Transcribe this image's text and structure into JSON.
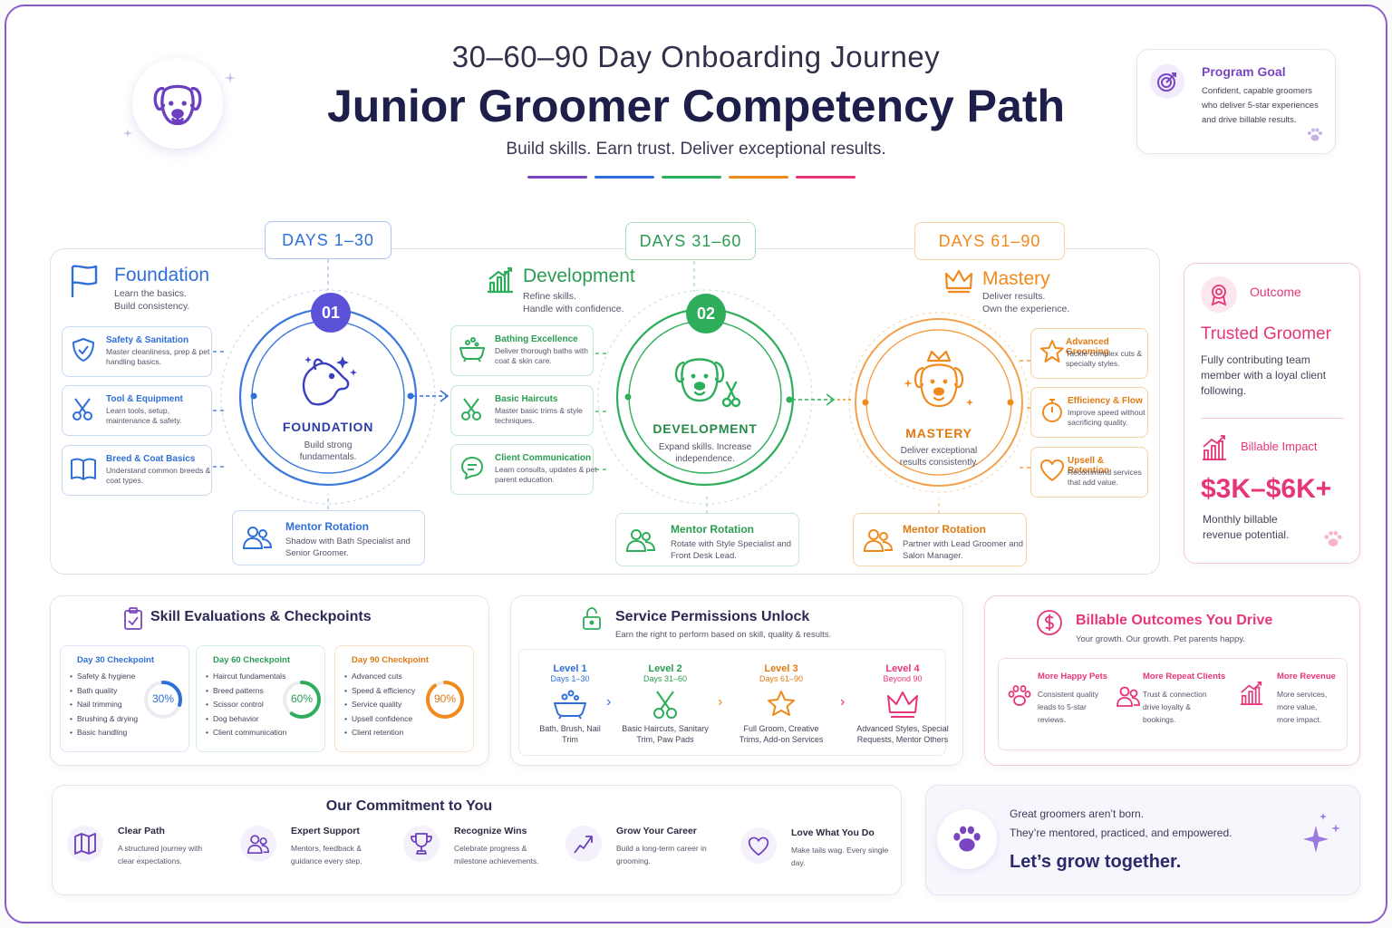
{
  "header": {
    "subtitle": "30–60–90 Day Onboarding Journey",
    "title": "Junior Groomer Competency Path",
    "tagline": "Build skills. Earn trust. Deliver exceptional results."
  },
  "colors": {
    "purple": "#7a45c2",
    "blue": "#2f6fd8",
    "green": "#2eae5a",
    "orange": "#f08a1c",
    "pink": "#e7357a"
  },
  "program_goal": {
    "title": "Program Goal",
    "desc": "Confident, capable groomers who deliver 5-star experiences and drive billable results."
  },
  "phases": [
    {
      "days": "DAYS 1–30",
      "number": "01",
      "title": "Foundation",
      "desc1": "Learn the basics.",
      "desc2": "Build consistency.",
      "circle_label": "FOUNDATION",
      "circle_desc": "Build strong fundamentals.",
      "skills": [
        {
          "title": "Safety & Sanitation",
          "desc": "Master cleanliness, prep & pet handling basics.",
          "icon": "shield-check-icon"
        },
        {
          "title": "Tool & Equipment",
          "desc": "Learn tools, setup, maintenance & safety.",
          "icon": "scissors-icon"
        },
        {
          "title": "Breed & Coat Basics",
          "desc": "Understand common breeds & coat types.",
          "icon": "book-icon"
        }
      ],
      "mentor": {
        "title": "Mentor Rotation",
        "desc": "Shadow with Bath Specialist and Senior Groomer."
      }
    },
    {
      "days": "DAYS 31–60",
      "number": "02",
      "title": "Development",
      "desc1": "Refine skills.",
      "desc2": "Handle with confidence.",
      "circle_label": "DEVELOPMENT",
      "circle_desc": "Expand skills. Increase independence.",
      "skills": [
        {
          "title": "Bathing Excellence",
          "desc": "Deliver thorough baths with coat & skin care.",
          "icon": "bathtub-icon"
        },
        {
          "title": "Basic Haircuts",
          "desc": "Master basic trims & style techniques.",
          "icon": "scissors-icon"
        },
        {
          "title": "Client Communication",
          "desc": "Learn consults, updates & pet parent education.",
          "icon": "chat-icon"
        }
      ],
      "mentor": {
        "title": "Mentor Rotation",
        "desc": "Rotate with Style Specialist and Front Desk Lead."
      }
    },
    {
      "days": "DAYS 61–90",
      "title": "Mastery",
      "desc1": "Deliver results.",
      "desc2": "Own the experience.",
      "circle_label": "MASTERY",
      "circle_desc": "Deliver exceptional results consistently.",
      "skills": [
        {
          "title": "Advanced Grooming",
          "desc": "Tackle complex cuts & specialty styles.",
          "icon": "star-icon"
        },
        {
          "title": "Efficiency & Flow",
          "desc": "Improve speed without sacrificing quality.",
          "icon": "timer-icon"
        },
        {
          "title": "Upsell & Retention",
          "desc": "Recommend services that add value.",
          "icon": "heart-icon"
        }
      ],
      "mentor": {
        "title": "Mentor Rotation",
        "desc": "Partner with Lead Groomer and Salon Manager."
      }
    }
  ],
  "outcome": {
    "label": "Outcome",
    "title": "Trusted Groomer",
    "desc": "Fully contributing team member with a loyal client following.",
    "impact_label": "Billable Impact",
    "impact_value": "$3K–$6K+",
    "impact_desc": "Monthly billable revenue potential."
  },
  "checkpoints": {
    "title": "Skill Evaluations & Checkpoints",
    "items": [
      {
        "title": "Day 30 Checkpoint",
        "percent": 30,
        "percent_label": "30%",
        "items": [
          "Safety & hygiene",
          "Bath quality",
          "Nail trimming",
          "Brushing & drying",
          "Basic handling"
        ]
      },
      {
        "title": "Day 60 Checkpoint",
        "percent": 60,
        "percent_label": "60%",
        "items": [
          "Haircut fundamentals",
          "Breed patterns",
          "Scissor control",
          "Dog behavior",
          "Client communication"
        ]
      },
      {
        "title": "Day 90 Checkpoint",
        "percent": 90,
        "percent_label": "90%",
        "items": [
          "Advanced cuts",
          "Speed & efficiency",
          "Service quality",
          "Upsell confidence",
          "Client retention"
        ]
      }
    ]
  },
  "permissions": {
    "title": "Service Permissions Unlock",
    "subtitle": "Earn the right to perform based on skill, quality & results.",
    "levels": [
      {
        "title": "Level 1",
        "days": "Days 1–30",
        "desc": "Bath, Brush, Nail Trim",
        "icon": "bathtub-icon"
      },
      {
        "title": "Level 2",
        "days": "Days 31–60",
        "desc": "Basic Haircuts, Sanitary Trim, Paw Pads",
        "icon": "scissors-icon"
      },
      {
        "title": "Level 3",
        "days": "Days 61–90",
        "desc": "Full Groom, Creative Trims, Add-on Services",
        "icon": "star-icon"
      },
      {
        "title": "Level 4",
        "days": "Beyond 90",
        "desc": "Advanced Styles, Special Requests, Mentor Others",
        "icon": "crown-icon"
      }
    ]
  },
  "billable": {
    "title": "Billable Outcomes You Drive",
    "subtitle": "Your growth. Our growth. Pet parents happy.",
    "items": [
      {
        "title": "More Happy Pets",
        "desc": "Consistent quality leads to 5-star reviews.",
        "icon": "paw-icon"
      },
      {
        "title": "More Repeat Clients",
        "desc": "Trust & connection drive loyalty & bookings.",
        "icon": "people-icon"
      },
      {
        "title": "More Revenue",
        "desc": "More services, more value, more impact.",
        "icon": "chart-icon"
      }
    ]
  },
  "commitment": {
    "title": "Our Commitment to You",
    "items": [
      {
        "title": "Clear Path",
        "desc": "A structured journey with clear expectations.",
        "icon": "map-icon"
      },
      {
        "title": "Expert Support",
        "desc": "Mentors, feedback & guidance every step.",
        "icon": "people-icon"
      },
      {
        "title": "Recognize Wins",
        "desc": "Celebrate progress & milestone achievements.",
        "icon": "trophy-icon"
      },
      {
        "title": "Grow Your Career",
        "desc": "Build a long-term career in grooming.",
        "icon": "arrow-up-icon"
      },
      {
        "title": "Love What You Do",
        "desc": "Make tails wag. Every single day.",
        "icon": "heart-icon"
      }
    ]
  },
  "closing": {
    "line1": "Great groomers aren’t born.",
    "line2": "They’re mentored, practiced, and empowered.",
    "line3": "Let’s grow together."
  }
}
